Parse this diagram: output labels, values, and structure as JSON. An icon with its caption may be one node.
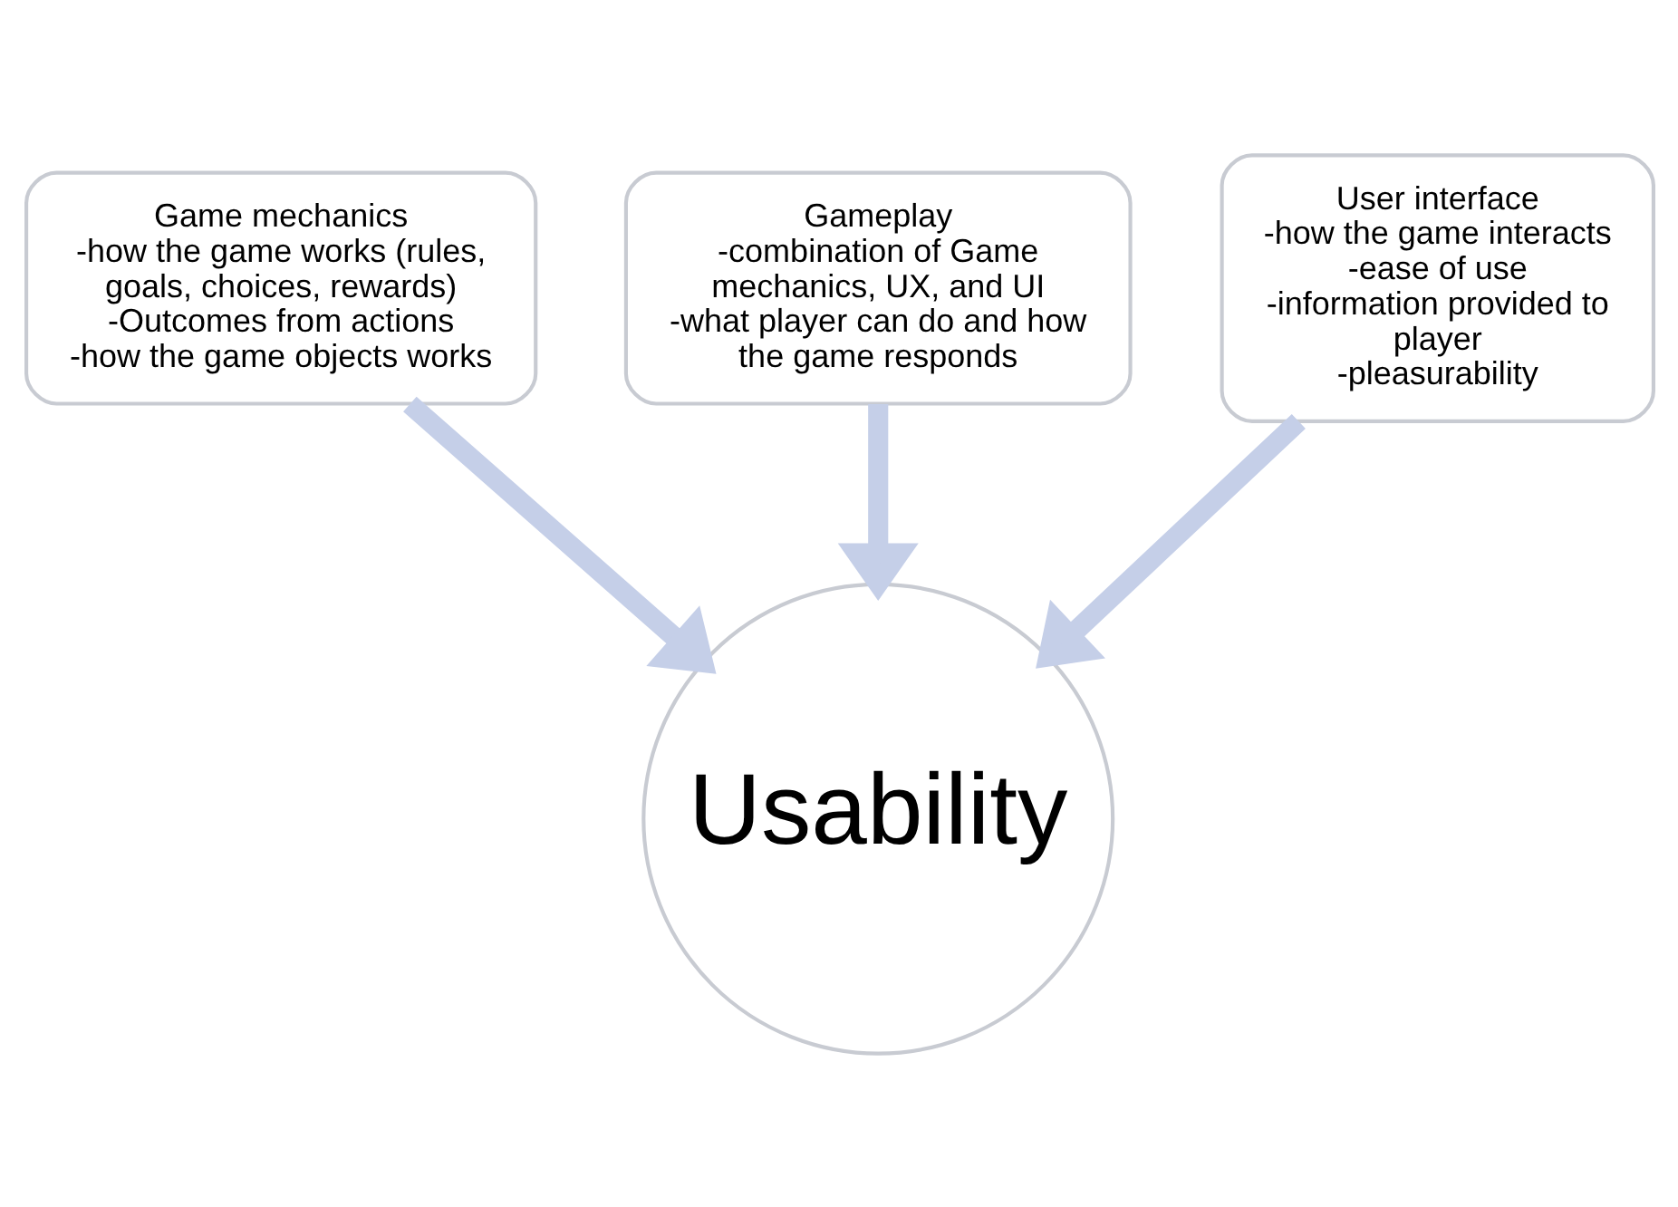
{
  "diagram": {
    "nodes": [
      {
        "text": [
          "Game mechanics",
          "-how the game works (rules, goals, choices, rewards)",
          "-Outcomes from actions",
          "-how the game objects works"
        ]
      },
      {
        "text": [
          "Gameplay",
          "-combination of Game mechanics, UX, and UI",
          "-what player can do and how the game responds"
        ]
      },
      {
        "text": [
          "User interface",
          "-how the game interacts",
          "-ease of use",
          "-information provided to player",
          "-pleasurability"
        ]
      },
      {
        "text": [
          "Usability"
        ]
      }
    ],
    "edges": [
      {
        "from": 0,
        "to": 3,
        "arrow": "to"
      },
      {
        "from": 1,
        "to": 3,
        "arrow": "to"
      },
      {
        "from": 2,
        "to": 3,
        "arrow": "to"
      }
    ]
  }
}
